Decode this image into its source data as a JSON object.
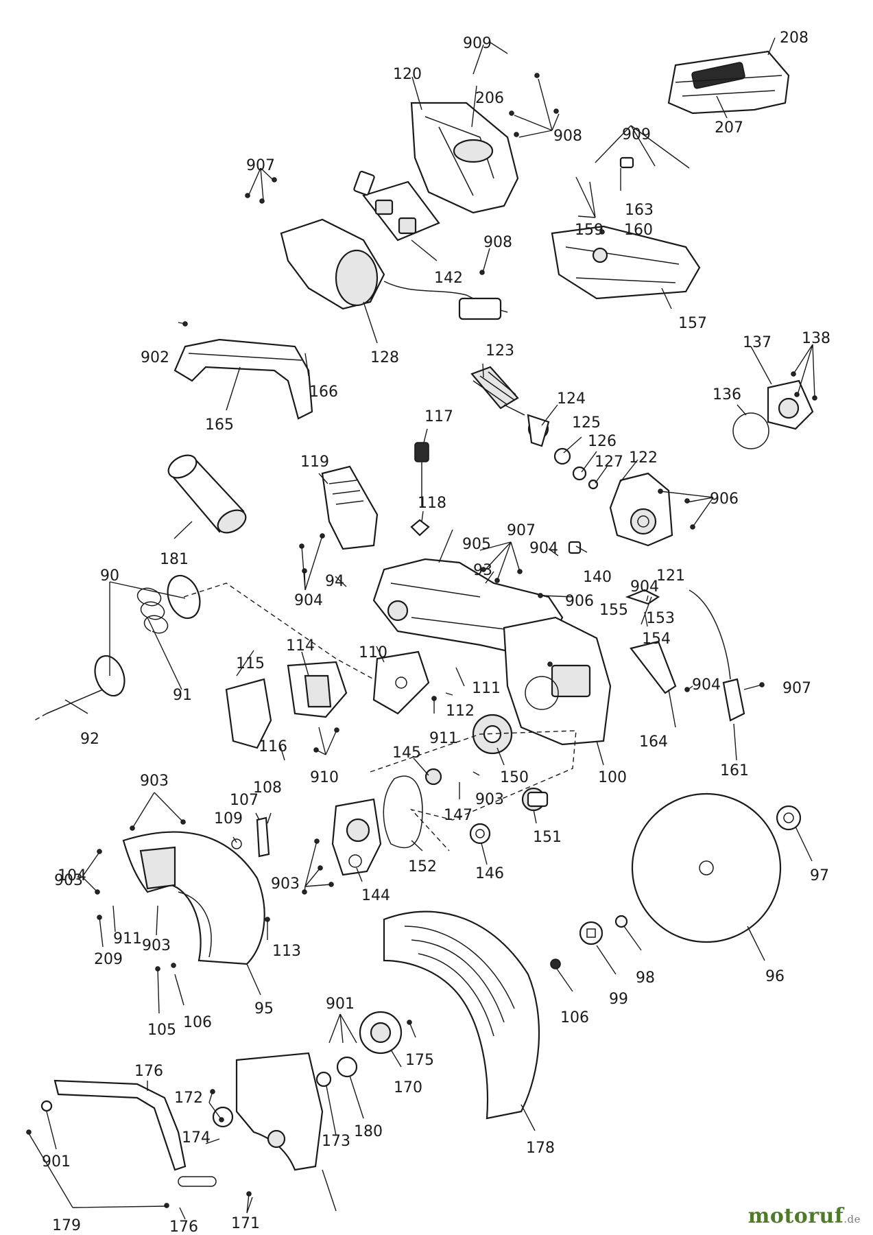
{
  "callouts": [
    "909",
    "208",
    "120",
    "206",
    "908",
    "207",
    "909",
    "907",
    "163",
    "159",
    "160",
    "142",
    "908",
    "157",
    "128",
    "902",
    "166",
    "165",
    "123",
    "117",
    "124",
    "125",
    "126",
    "127",
    "122",
    "906",
    "137",
    "138",
    "136",
    "119",
    "118",
    "181",
    "907",
    "905",
    "904",
    "140",
    "121",
    "90",
    "904",
    "94",
    "93",
    "906",
    "904",
    "155",
    "153",
    "154",
    "115",
    "114",
    "110",
    "111",
    "91",
    "92",
    "112",
    "911",
    "904",
    "907",
    "164",
    "161",
    "100",
    "116",
    "910",
    "145",
    "150",
    "903",
    "147",
    "151",
    "108",
    "107",
    "109",
    "152",
    "146",
    "144",
    "903",
    "903",
    "903",
    "113",
    "911",
    "209",
    "903",
    "104",
    "95",
    "97",
    "96",
    "98",
    "99",
    "106",
    "105",
    "106",
    "901",
    "175",
    "170",
    "178",
    "176",
    "172",
    "174",
    "173",
    "180",
    "901",
    "179",
    "176",
    "171"
  ],
  "watermark": {
    "text": "motoruf",
    "suffix": ".de"
  }
}
